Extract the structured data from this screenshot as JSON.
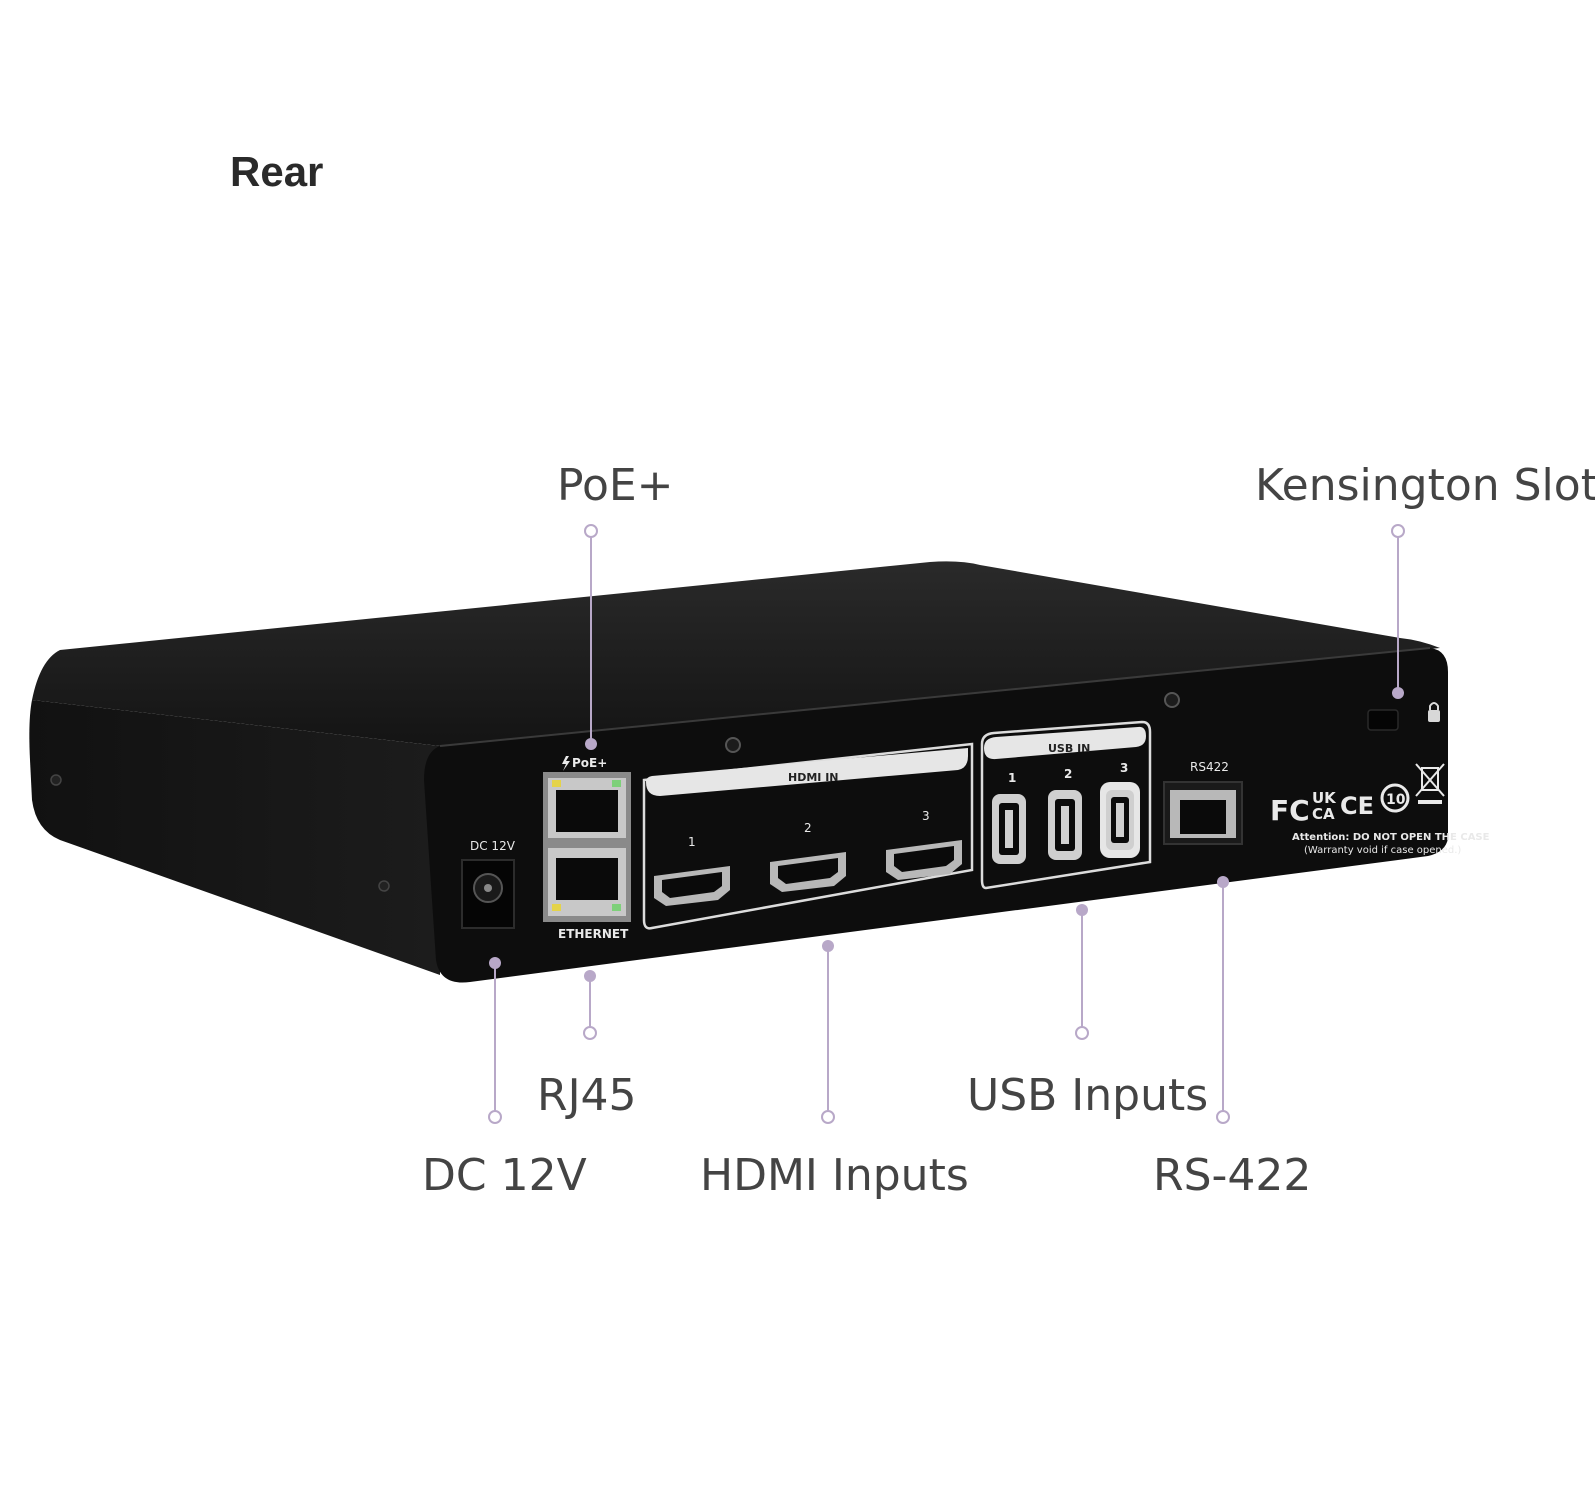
{
  "section_title": "Rear",
  "callouts": {
    "poe": "PoE+",
    "kensington": "Kensington Slot",
    "rj45": "RJ45",
    "dc12v": "DC 12V",
    "hdmi_inputs": "HDMI Inputs",
    "usb_inputs": "USB Inputs",
    "rs422": "RS-422"
  },
  "device_labels": {
    "dc": "DC 12V",
    "poe": "PoE+",
    "ethernet": "ETHERNET",
    "hdmi_in": "HDMI IN",
    "hdmi_ports": [
      "1",
      "2",
      "3"
    ],
    "usb_in": "USB IN",
    "usb_ports": [
      "1",
      "2",
      "3"
    ],
    "rs422": "RS422",
    "attention": "Attention: DO NOT OPEN THE CASE",
    "warranty": "(Warranty void if case opened.)",
    "cert_fc": "FC",
    "cert_ukca_top": "UK",
    "cert_ukca_bottom": "CA",
    "cert_ce": "CE",
    "cert_10": "10"
  },
  "colors": {
    "leader_line": "#b8a8c8",
    "leader_dot": "#a898bc",
    "device_body": "#1a1a1a",
    "device_panel": "#0b0b0b",
    "silkscreen": "#e9e9e9"
  },
  "icons": [
    "bolt-icon",
    "lock-icon",
    "weee-bin-icon"
  ]
}
